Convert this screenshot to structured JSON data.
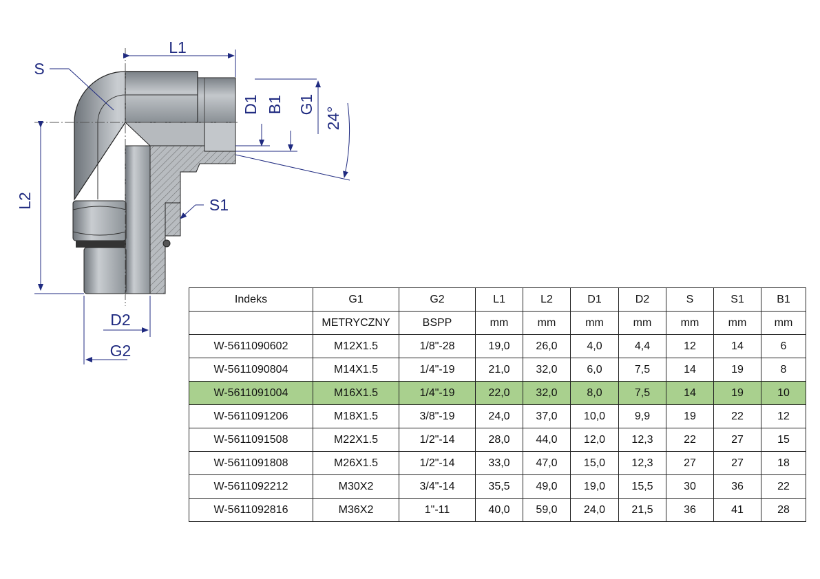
{
  "drawing": {
    "labels": {
      "L1": "L1",
      "L2": "L2",
      "S": "S",
      "S1": "S1",
      "D1": "D1",
      "B1": "B1",
      "G1": "G1",
      "angle": "24°",
      "D2": "D2",
      "G2": "G2"
    },
    "label_color": "#1f2a80"
  },
  "table": {
    "headers": [
      "Indeks",
      "G1",
      "G2",
      "L1",
      "L2",
      "D1",
      "D2",
      "S",
      "S1",
      "B1"
    ],
    "units": [
      "",
      "METRYCZNY",
      "BSPP",
      "mm",
      "mm",
      "mm",
      "mm",
      "mm",
      "mm",
      "mm"
    ],
    "highlight_color": "#a9d08e",
    "rows": [
      {
        "highlighted": false,
        "cells": [
          "W-5611090602",
          "M12X1.5",
          "1/8\"-28",
          "19,0",
          "26,0",
          "4,0",
          "4,4",
          "12",
          "14",
          "6"
        ]
      },
      {
        "highlighted": false,
        "cells": [
          "W-5611090804",
          "M14X1.5",
          "1/4\"-19",
          "21,0",
          "32,0",
          "6,0",
          "7,5",
          "14",
          "19",
          "8"
        ]
      },
      {
        "highlighted": true,
        "cells": [
          "W-5611091004",
          "M16X1.5",
          "1/4\"-19",
          "22,0",
          "32,0",
          "8,0",
          "7,5",
          "14",
          "19",
          "10"
        ]
      },
      {
        "highlighted": false,
        "cells": [
          "W-5611091206",
          "M18X1.5",
          "3/8\"-19",
          "24,0",
          "37,0",
          "10,0",
          "9,9",
          "19",
          "22",
          "12"
        ]
      },
      {
        "highlighted": false,
        "cells": [
          "W-5611091508",
          "M22X1.5",
          "1/2\"-14",
          "28,0",
          "44,0",
          "12,0",
          "12,3",
          "22",
          "27",
          "15"
        ]
      },
      {
        "highlighted": false,
        "cells": [
          "W-5611091808",
          "M26X1.5",
          "1/2\"-14",
          "33,0",
          "47,0",
          "15,0",
          "12,3",
          "27",
          "27",
          "18"
        ]
      },
      {
        "highlighted": false,
        "cells": [
          "W-5611092212",
          "M30X2",
          "3/4\"-14",
          "35,5",
          "49,0",
          "19,0",
          "15,5",
          "30",
          "36",
          "22"
        ]
      },
      {
        "highlighted": false,
        "cells": [
          "W-5611092816",
          "M36X2",
          "1\"-11",
          "40,0",
          "59,0",
          "24,0",
          "21,5",
          "36",
          "41",
          "28"
        ]
      }
    ]
  }
}
